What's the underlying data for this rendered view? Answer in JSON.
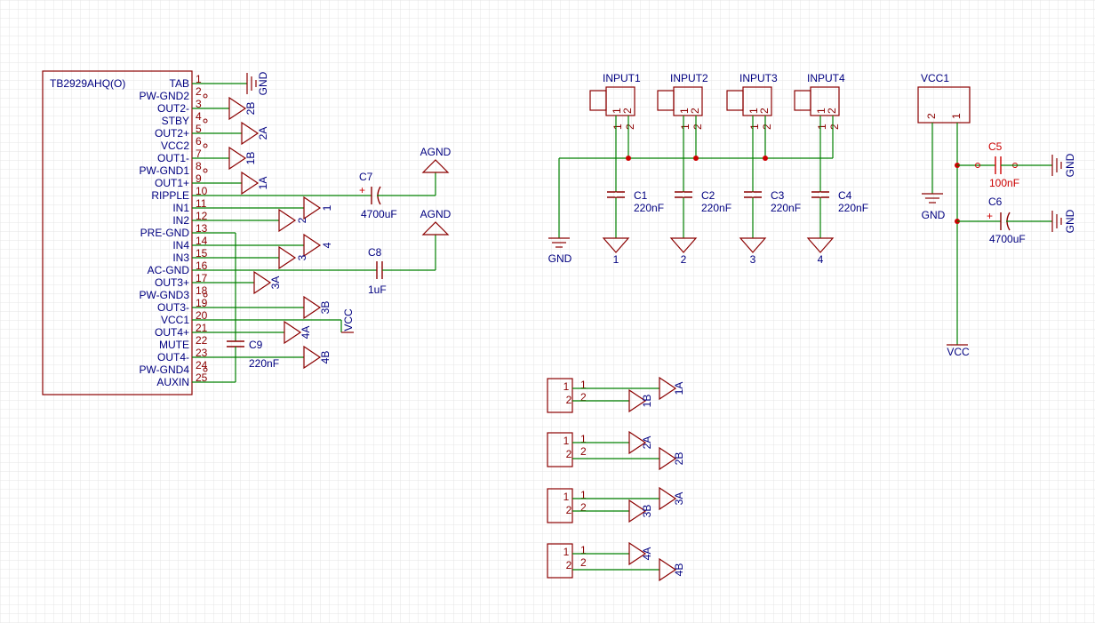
{
  "ic": {
    "name": "TB2929AHQ(O)",
    "pins": [
      {
        "num": "1",
        "name": "TAB"
      },
      {
        "num": "2",
        "name": "PW-GND2"
      },
      {
        "num": "3",
        "name": "OUT2-"
      },
      {
        "num": "4",
        "name": "STBY"
      },
      {
        "num": "5",
        "name": "OUT2+"
      },
      {
        "num": "6",
        "name": "VCC2"
      },
      {
        "num": "7",
        "name": "OUT1-"
      },
      {
        "num": "8",
        "name": "PW-GND1"
      },
      {
        "num": "9",
        "name": "OUT1+"
      },
      {
        "num": "10",
        "name": "RIPPLE"
      },
      {
        "num": "11",
        "name": "IN1"
      },
      {
        "num": "12",
        "name": "IN2"
      },
      {
        "num": "13",
        "name": "PRE-GND"
      },
      {
        "num": "14",
        "name": "IN4"
      },
      {
        "num": "15",
        "name": "IN3"
      },
      {
        "num": "16",
        "name": "AC-GND"
      },
      {
        "num": "17",
        "name": "OUT3+"
      },
      {
        "num": "18",
        "name": "PW-GND3"
      },
      {
        "num": "19",
        "name": "OUT3-"
      },
      {
        "num": "20",
        "name": "VCC1"
      },
      {
        "num": "21",
        "name": "OUT4+"
      },
      {
        "num": "22",
        "name": "MUTE"
      },
      {
        "num": "23",
        "name": "OUT4-"
      },
      {
        "num": "24",
        "name": "PW-GND4"
      },
      {
        "num": "25",
        "name": "AUXIN"
      }
    ]
  },
  "nets": {
    "gnd": "GND",
    "agnd": "AGND",
    "vcc": "VCC",
    "n1": "1",
    "n2": "2",
    "n3": "3",
    "n4": "4",
    "n1a": "1A",
    "n1b": "1B",
    "n2a": "2A",
    "n2b": "2B",
    "n3a": "3A",
    "n3b": "3B",
    "n4a": "4A",
    "n4b": "4B"
  },
  "caps": {
    "c7": {
      "ref": "C7",
      "value": "4700uF"
    },
    "c8": {
      "ref": "C8",
      "value": "1uF"
    },
    "c9": {
      "ref": "C9",
      "value": "220nF"
    },
    "c1": {
      "ref": "C1",
      "value": "220nF"
    },
    "c2": {
      "ref": "C2",
      "value": "220nF"
    },
    "c3": {
      "ref": "C3",
      "value": "220nF"
    },
    "c4": {
      "ref": "C4",
      "value": "220nF"
    },
    "c5": {
      "ref": "C5",
      "value": "100nF"
    },
    "c6": {
      "ref": "C6",
      "value": "4700uF"
    }
  },
  "connectors": {
    "input1": "INPUT1",
    "input2": "INPUT2",
    "input3": "INPUT3",
    "input4": "INPUT4",
    "vcc1": "VCC1",
    "pin1": "1",
    "pin2": "2"
  },
  "colors": {
    "background": "#ffffff",
    "grid": "#e4e4e4",
    "wire": "#008000",
    "part": "#8b0000",
    "label": "#000080",
    "highlight": "#cc0000",
    "junction": "#cc0000"
  }
}
